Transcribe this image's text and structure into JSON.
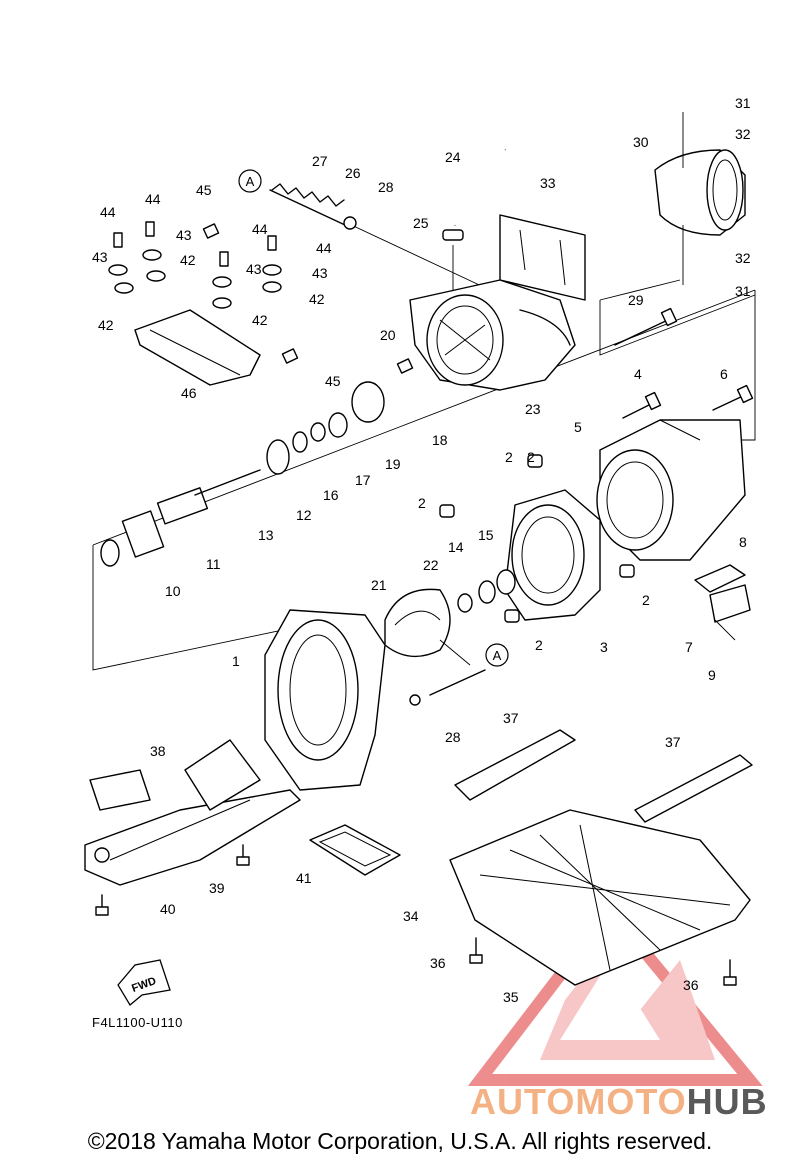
{
  "diagram": {
    "callouts": [
      "1",
      "2",
      "2",
      "2",
      "2",
      "2",
      "3",
      "4",
      "5",
      "6",
      "7",
      "8",
      "9",
      "10",
      "11",
      "12",
      "13",
      "14",
      "15",
      "16",
      "17",
      "18",
      "19",
      "20",
      "21",
      "22",
      "23",
      "24",
      "25",
      "26",
      "27",
      "28",
      "28",
      "29",
      "30",
      "31",
      "31",
      "32",
      "32",
      "33",
      "34",
      "35",
      "36",
      "36",
      "37",
      "37",
      "38",
      "39",
      "40",
      "41",
      "42",
      "42",
      "42",
      "42",
      "43",
      "43",
      "43",
      "43",
      "44",
      "44",
      "44",
      "44",
      "45",
      "45",
      "46"
    ],
    "reference_letter": "A",
    "direction_arrow": "FWD"
  },
  "part_code": "F4L1100-U110",
  "copyright": "©2018 Yamaha Motor Corporation, U.S.A. All rights reserved.",
  "watermark": {
    "word_1": "AUTOMOTO",
    "word_2": "HUB",
    "color_1": "#f4b183",
    "color_2": "#595959",
    "accent": "#e03030"
  }
}
